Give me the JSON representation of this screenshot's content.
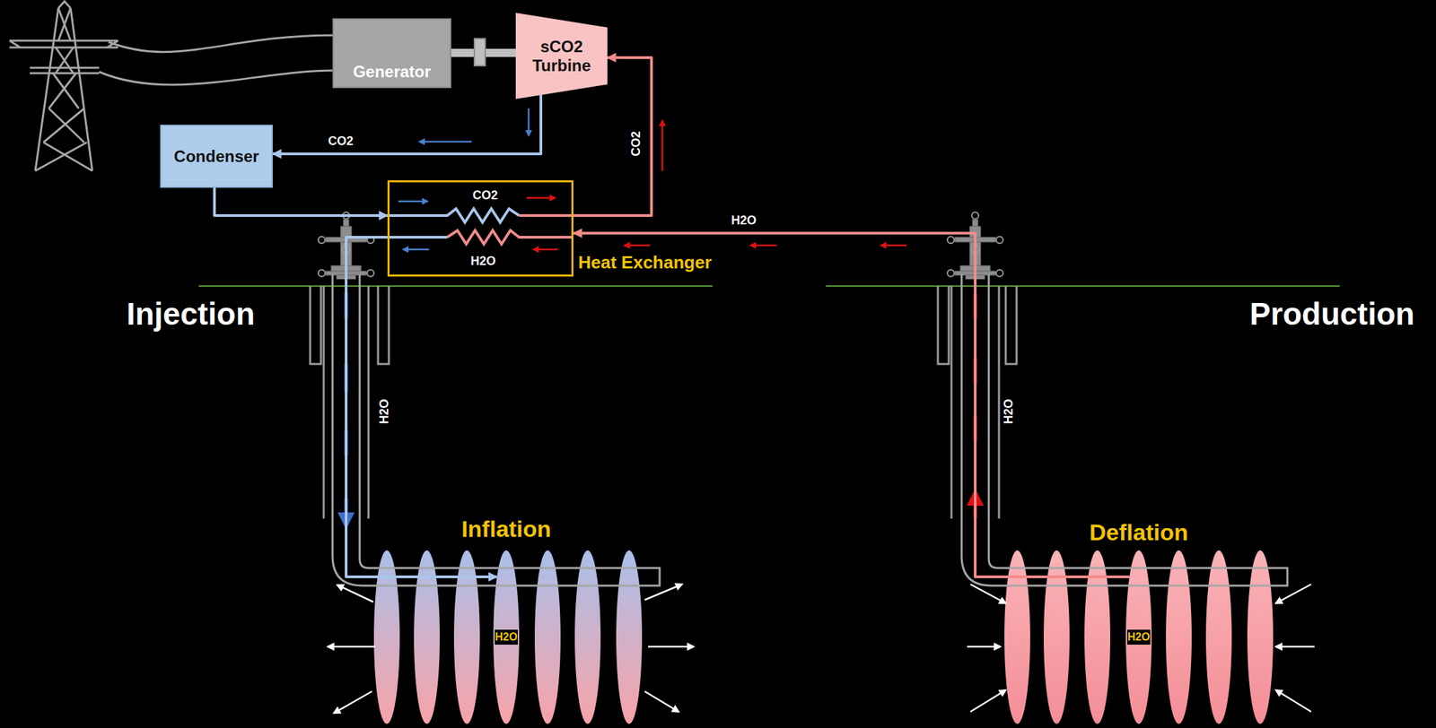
{
  "diagram": {
    "nodes": [
      {
        "text": [
          "Generator"
        ]
      },
      {
        "text": [
          "sCO2 Turbine"
        ]
      },
      {
        "text": [
          "Condenser"
        ]
      },
      {
        "text": [
          "Heat Exchanger"
        ]
      },
      {
        "text": [
          "H2O"
        ]
      },
      {
        "text": [
          "H2O"
        ]
      }
    ],
    "edges": [
      {
        "from": 0,
        "to": 1,
        "arrow": "none"
      },
      {
        "from": 1,
        "to": 2,
        "label": "CO2",
        "arrow": "to"
      },
      {
        "from": 2,
        "to": 3,
        "arrow": "to"
      },
      {
        "from": 3,
        "to": 1,
        "label": "CO2",
        "arrow": "to"
      },
      {
        "from": 5,
        "to": 3,
        "label": "H2O",
        "arrow": "to"
      },
      {
        "from": 3,
        "to": 4,
        "arrow": "to"
      }
    ],
    "labels": [
      "CO2",
      "H2O",
      "Injection",
      "Production",
      "H2O",
      "H2O",
      "Inflation",
      "Deflation"
    ]
  }
}
